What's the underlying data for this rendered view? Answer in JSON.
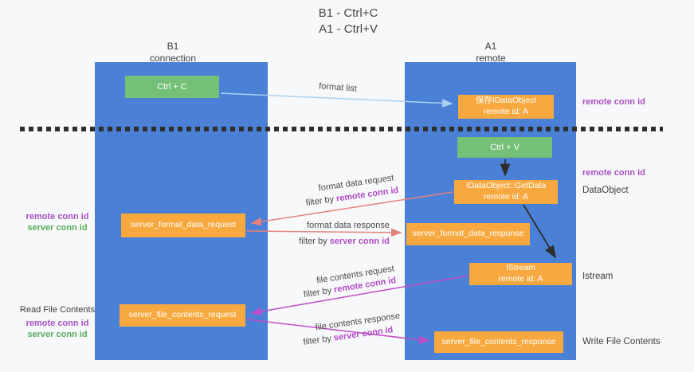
{
  "title": {
    "line1": "B1 - Ctrl+C",
    "line2": "A1 - Ctrl+V"
  },
  "lanes": {
    "left": {
      "title": "B1",
      "subtitle": "connection"
    },
    "right": {
      "title": "A1",
      "subtitle": "remote"
    }
  },
  "nodes": {
    "ctrl_c": {
      "label": "Ctrl + C"
    },
    "ctrl_v": {
      "label": "Ctrl + V"
    },
    "save_dataobject": {
      "line1": "保存IDataObject",
      "line2": "remote id: A"
    },
    "getdata": {
      "line1": "IDataObject::GetData",
      "line2": "remote id: A"
    },
    "istream": {
      "line1": "IStream",
      "line2": "remote id: A"
    },
    "server_format_data_request": {
      "label": "server_format_data_request"
    },
    "server_format_data_response": {
      "label": "server_format_data_response"
    },
    "server_file_contents_request": {
      "label": "server_file_contents_request"
    },
    "server_file_contents_response": {
      "label": "server_file_contents_response"
    }
  },
  "edges": {
    "format_list": {
      "label": "format list"
    },
    "format_data_request": {
      "label": "format data request",
      "filter_prefix": "filter by ",
      "filter_key": "remote conn id"
    },
    "format_data_response": {
      "label": "format data response",
      "filter_prefix": "filter by ",
      "filter_key": "server conn id"
    },
    "file_contents_request": {
      "label": "file contents request",
      "filter_prefix": "filter by ",
      "filter_key": "remote conn id"
    },
    "file_contents_response": {
      "label": "file contents response",
      "filter_prefix": "filter by ",
      "filter_key": "server conn id"
    }
  },
  "annotations": {
    "left_mid": {
      "remote": "remote conn id",
      "server": "server conn id"
    },
    "left_bottom": {
      "title": "Read File Contents",
      "remote": "remote conn id",
      "server": "server conn id"
    },
    "right_top": {
      "remote": "remote conn id"
    },
    "right_mid": {
      "remote": "remote conn id",
      "object": "DataObject"
    },
    "right_istream": "Istream",
    "right_bottom": "Write File Contents"
  },
  "colors": {
    "lane_blue": "#4a80d6",
    "node_orange": "#f7a93f",
    "node_green": "#74c077",
    "arrow_salmon": "#e4827c",
    "arrow_magenta": "#c14ec9",
    "arrow_lightblue": "#aad2ef",
    "arrow_black": "#2e2e2e",
    "emphasis_purple": "#b14ac6",
    "emphasis_green": "#56ae5c"
  }
}
